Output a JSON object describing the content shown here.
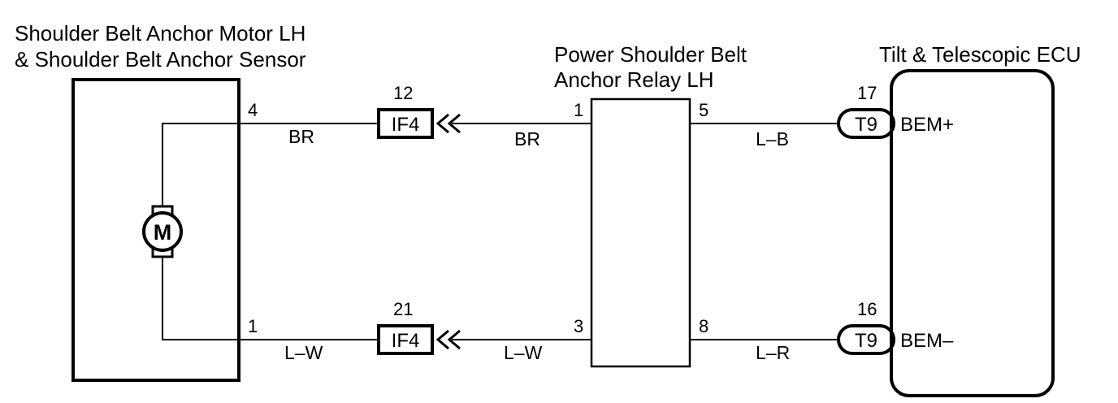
{
  "components": {
    "motor_unit": {
      "title_line1": "Shoulder Belt Anchor Motor LH",
      "title_line2": "& Shoulder Belt Anchor Sensor",
      "motor_symbol": "M",
      "pin_top": "4",
      "pin_bottom": "1"
    },
    "relay": {
      "title_line1": "Power Shoulder Belt",
      "title_line2": "Anchor Relay LH",
      "pin_1": "1",
      "pin_3": "3",
      "pin_5": "5",
      "pin_8": "8"
    },
    "ecu": {
      "title": "Tilt & Telescopic ECU",
      "terminal_top": "BEM+",
      "terminal_bottom": "BEM–"
    }
  },
  "connectors": {
    "if4_top": {
      "label": "IF4",
      "pin": "12"
    },
    "if4_bottom": {
      "label": "IF4",
      "pin": "21"
    },
    "t9_top": {
      "label": "T9",
      "pin": "17"
    },
    "t9_bottom": {
      "label": "T9",
      "pin": "16"
    }
  },
  "wires": {
    "top_left": "BR",
    "top_mid": "BR",
    "top_right": "L–B",
    "bottom_left": "L–W",
    "bottom_mid": "L–W",
    "bottom_right": "L–R"
  }
}
